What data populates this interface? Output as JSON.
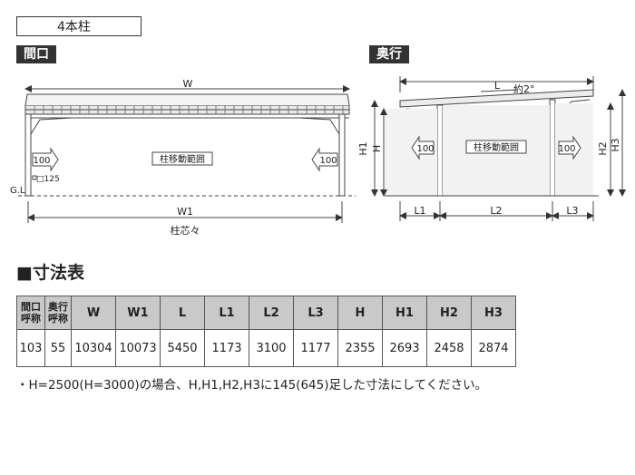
{
  "header": {
    "title": "4本柱"
  },
  "front_view": {
    "label": "間口",
    "dim_w": "W",
    "dim_w1": "W1",
    "post_pitch": "柱芯々",
    "ground": "G.L",
    "post_size": "□125",
    "move_range": "柱移動範囲",
    "arrow_left": "100",
    "arrow_right": "100"
  },
  "side_view": {
    "label": "奥行",
    "dim_l": "L",
    "slope": "約2°",
    "dim_h1": "H1",
    "dim_h": "H",
    "dim_h2": "H2",
    "dim_h3": "H3",
    "dim_l1": "L1",
    "dim_l2": "L2",
    "dim_l3": "L3",
    "move_range": "柱移動範囲",
    "arrow_left": "100",
    "arrow_right": "100"
  },
  "dimension_table": {
    "title": "■寸法表",
    "headers": [
      "間口呼称",
      "奥行呼称",
      "W",
      "W1",
      "L",
      "L1",
      "L2",
      "L3",
      "H",
      "H1",
      "H2",
      "H3"
    ],
    "row": [
      "103",
      "55",
      "10304",
      "10073",
      "5450",
      "1173",
      "3100",
      "1177",
      "2355",
      "2693",
      "2458",
      "2874"
    ]
  },
  "note": "・H=2500(H=3000)の場合、H,H1,H2,H3に145(645)足した寸法にしてください。"
}
